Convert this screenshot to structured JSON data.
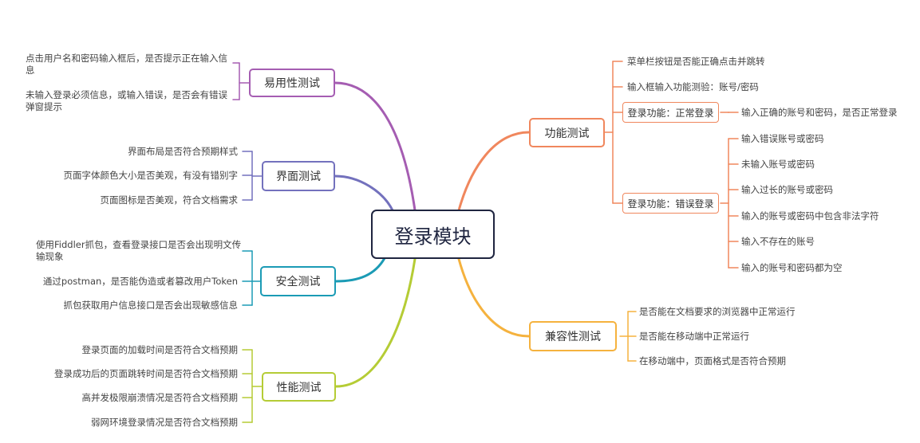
{
  "root": {
    "label": "登录模块"
  },
  "branches": {
    "usability": {
      "label": "易用性测试",
      "color": "#a55db2",
      "items": [
        "点击用户名和密码输入框后，是否提示正在输入信息",
        "未输入登录必须信息，或输入错误，是否会有错误弹窗提示"
      ]
    },
    "interface": {
      "label": "界面测试",
      "color": "#7371bd",
      "items": [
        "界面布局是否符合预期样式",
        "页面字体颜色大小是否美观，有没有错别字",
        "页面图标是否美观，符合文档需求"
      ]
    },
    "security": {
      "label": "安全测试",
      "color": "#1b9bb5",
      "items": [
        "使用Fiddler抓包，查看登录接口是否会出现明文传输现象",
        "通过postman，是否能伪造或者篡改用户Token",
        "抓包获取用户信息接口是否会出现敏感信息"
      ]
    },
    "performance": {
      "label": "性能测试",
      "color": "#b5cc35",
      "items": [
        "登录页面的加载时间是否符合文档预期",
        "登录成功后的页面跳转时间是否符合文档预期",
        "高并发极限崩溃情况是否符合文档预期",
        "弱网环境登录情况是否符合文档预期"
      ]
    },
    "function": {
      "label": "功能测试",
      "color": "#f0875d",
      "items": [
        "菜单栏按钮是否能正确点击并跳转",
        "输入框输入功能测验：账号/密码"
      ],
      "normal": {
        "label": "登录功能：正常登录",
        "items": [
          "输入正确的账号和密码，是否正常登录"
        ]
      },
      "error": {
        "label": "登录功能：错误登录",
        "items": [
          "输入错误账号或密码",
          "未输入账号或密码",
          "输入过长的账号或密码",
          "输入的账号或密码中包含非法字符",
          "输入不存在的账号",
          "输入的账号和密码都为空"
        ]
      }
    },
    "compatibility": {
      "label": "兼容性测试",
      "color": "#f5b23e",
      "items": [
        "是否能在文档要求的浏览器中正常运行",
        "是否能在移动端中正常运行",
        "在移动端中，页面格式是否符合预期"
      ]
    }
  }
}
